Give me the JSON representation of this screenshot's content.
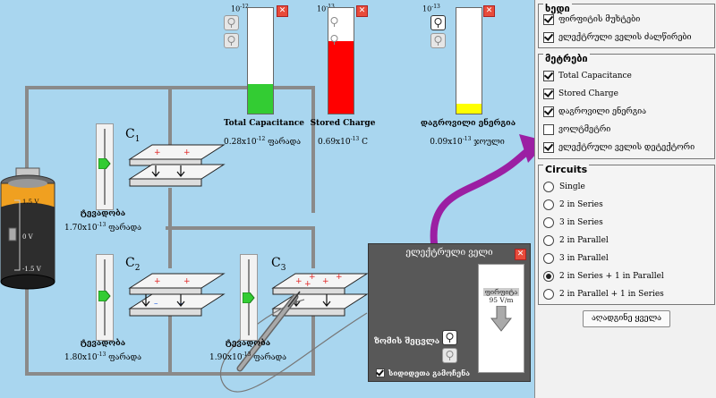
{
  "meters": {
    "capacitance": {
      "label": "Total Capacitance",
      "value": "0.28x10",
      "exp": "-12",
      "unit": " ფარადა",
      "max_label": "10",
      "max_exp": "-12",
      "fill_fraction": 0.28,
      "fill_color": "#33cc33"
    },
    "charge": {
      "label": "Stored Charge",
      "value": "0.69x10",
      "exp": "-13",
      "unit": " C",
      "max_label": "10",
      "max_exp": "-13",
      "fill_fraction": 0.69,
      "fill_color": "#ff0000"
    },
    "energy": {
      "label": "დაგროვილი ენერგია",
      "value": "0.09x10",
      "exp": "-13",
      "unit": " ჯოული",
      "max_label": "10",
      "max_exp": "-13",
      "fill_fraction": 0.09,
      "fill_color": "#ffff00"
    }
  },
  "capacitors": {
    "c1": {
      "name": "C",
      "sub": "1",
      "label": "ტევადობა",
      "value": "1.70x10",
      "exp": "-13",
      "unit": " ფარადა",
      "slider_fraction": 0.55
    },
    "c2": {
      "name": "C",
      "sub": "2",
      "label": "ტევადობა",
      "value": "1.80x10",
      "exp": "-13",
      "unit": " ფარადა",
      "slider_fraction": 0.52
    },
    "c3": {
      "name": "C",
      "sub": "3",
      "label": "ტევადობა",
      "value": "1.90x10",
      "exp": "-13",
      "unit": " ფარადა",
      "slider_fraction": 0.5
    }
  },
  "battery": {
    "top": "1.5 V",
    "mid": "0 V",
    "bottom": "-1.5 V"
  },
  "efield": {
    "title": "ელექტრული ველი",
    "readout_name": "ფირფიტა",
    "readout_value": "95 V/m",
    "zoom_label": "ზომის შეცვლა",
    "show_label": "სიდიდეთა გამოჩენა"
  },
  "panel": {
    "view": {
      "title": "ხედი",
      "items": [
        "ფირფიტის მუხტები",
        "ელექტრული ველის ძალწირები"
      ]
    },
    "meters": {
      "title": "მეტრები",
      "items": [
        "Total Capacitance",
        "Stored Charge",
        "დაგროვილი ენერგია",
        "ვოლტმეტრი",
        "ელექტრული ველის დეტექტორი"
      ],
      "checked": [
        true,
        true,
        true,
        false,
        true
      ]
    },
    "circuits": {
      "title": "Circuits",
      "items": [
        "Single",
        "2 in Series",
        "3 in Series",
        "2 in Parallel",
        "3 in Parallel",
        "2 in Series + 1 in Parallel",
        "2 in Parallel + 1 in Series"
      ],
      "selected_index": 5
    },
    "reset_label": "აღადგინე ყველა"
  },
  "colors": {
    "accent": "#9b1fa3",
    "fill_green": "#33cc33",
    "fill_red": "#ff0000",
    "fill_yellow": "#ffff00"
  }
}
